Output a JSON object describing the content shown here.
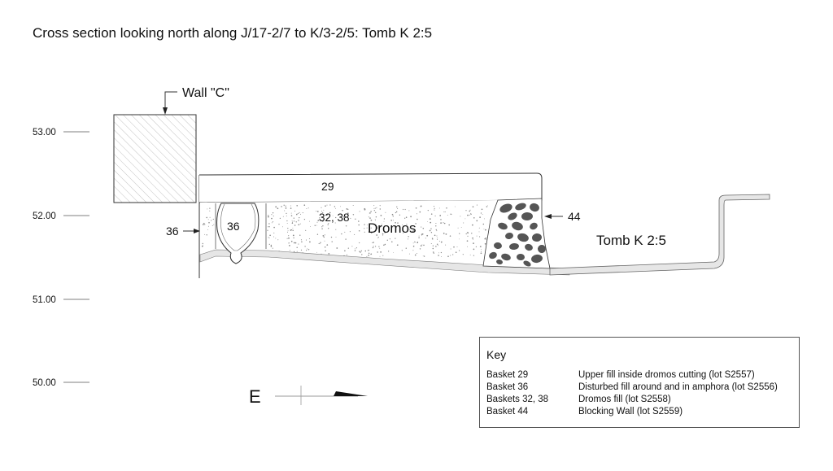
{
  "title": "Cross section looking north along J/17-2/7 to K/3-2/5: Tomb K 2:5",
  "elevations": [
    "53.00",
    "52.00",
    "51.00",
    "50.00"
  ],
  "labels": {
    "wall": "Wall \"C\"",
    "basket_29": "29",
    "basket_32_38": "32, 38",
    "dromos": "Dromos",
    "basket_36_inner": "36",
    "basket_36_outer": "36",
    "basket_44": "44",
    "tomb": "Tomb K 2:5"
  },
  "compass": "E",
  "key": {
    "title": "Key",
    "rows": [
      {
        "label": "Basket 29",
        "desc": "Upper fill inside dromos cutting (lot S2557)"
      },
      {
        "label": "Basket 36",
        "desc": "Disturbed fill around and in amphora (lot S2556)"
      },
      {
        "label": "Baskets 32, 38",
        "desc": "Dromos fill (lot S2558)"
      },
      {
        "label": "Basket 44",
        "desc": "Blocking Wall (lot S2559)"
      }
    ]
  },
  "colors": {
    "line": "#333333",
    "stone": "#555555",
    "hatch": "#999999",
    "stipple": "#8a8a8a"
  }
}
